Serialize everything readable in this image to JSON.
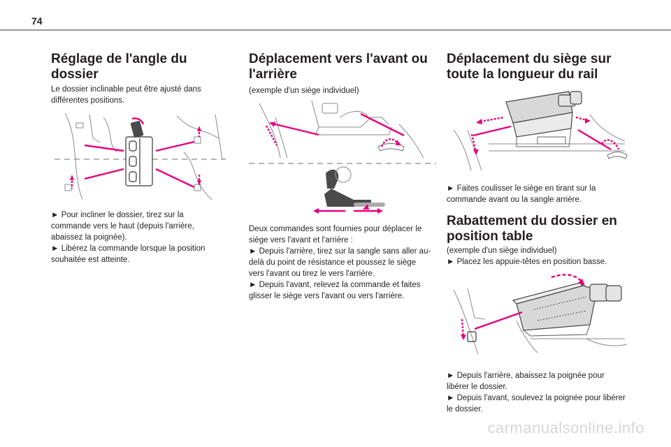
{
  "page": {
    "number": "74"
  },
  "col1": {
    "heading": "Réglage de l'angle du dossier",
    "intro": "Le dossier inclinable peut être ajusté dans différentes positions.",
    "steps": [
      "► Pour incliner le dossier, tirez sur la commande vers le haut (depuis l'arrière, abaissez la poignée).",
      "► Libérez la commande lorsque la position souhaitée est atteinte."
    ]
  },
  "col2": {
    "heading": "Déplacement vers l'avant ou l'arrière",
    "note": "(exemple d'un siège individuel)",
    "body": "Deux commandes sont fournies pour déplacer le siège vers l'avant et l'arrière :",
    "steps": [
      "► Depuis l'arrière, tirez sur la sangle sans aller au-delà du point de résistance et poussez le siège vers l'avant ou tirez le vers l'arrière.",
      "► Depuis l'avant, relevez la commande et faites glisser le siège vers l'avant ou vers l'arrière."
    ]
  },
  "col3": {
    "heading1": "Déplacement du siège sur toute la longueur du rail",
    "step1": "► Faites coulisser le siège en tirant sur la commande avant ou la sangle arrière.",
    "heading2": "Rabattement du dossier en position table",
    "note2": "(exemple d'un siège individuel)",
    "step2": "► Placez les appuie-têtes en position basse.",
    "steps3": [
      "► Depuis l'arrière, abaissez la poignée pour libérer le dossier.",
      "► Depuis l'avant, soulevez la poignée pour libérer le dossier."
    ]
  },
  "watermark": "carmanualsonline.info",
  "colors": {
    "accent": "#e6007e",
    "line": "#7a7a7a",
    "seat": "#5a5a5a"
  }
}
